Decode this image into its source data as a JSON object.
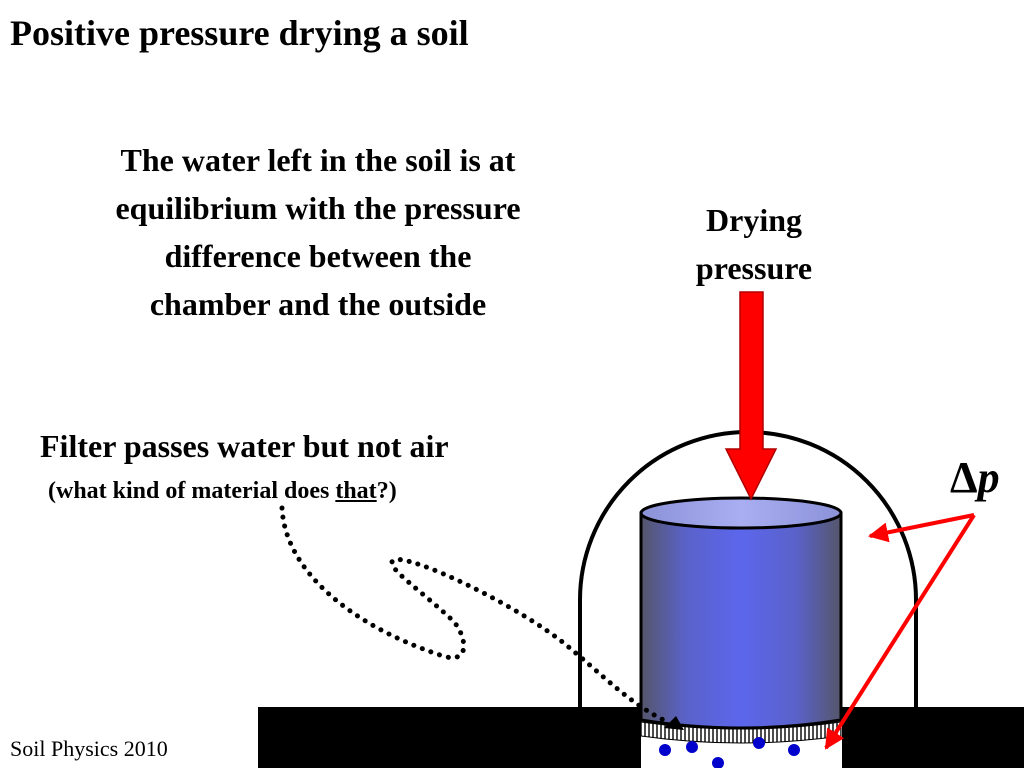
{
  "title": "Positive pressure drying a soil",
  "explanation": {
    "lines": [
      "The water left in the soil is at",
      "equilibrium with the pressure",
      "difference between the",
      "chamber and the outside"
    ]
  },
  "drying_pressure": {
    "lines": [
      "Drying",
      "pressure"
    ]
  },
  "filter_note": {
    "main": "Filter passes water but not air",
    "sub_prefix": "(what kind of material does ",
    "sub_emphasis": "that",
    "sub_suffix": "?)"
  },
  "pressure_difference": {
    "symbol": "Δ",
    "variable": "p"
  },
  "footer": "Soil Physics 2010",
  "colors": {
    "arrow_red": "#ff0000",
    "cylinder_blue": "#5a64e6",
    "cylinder_edge": "#4a4a6a",
    "water_drops": "#0000cc",
    "base_black": "#000000"
  }
}
